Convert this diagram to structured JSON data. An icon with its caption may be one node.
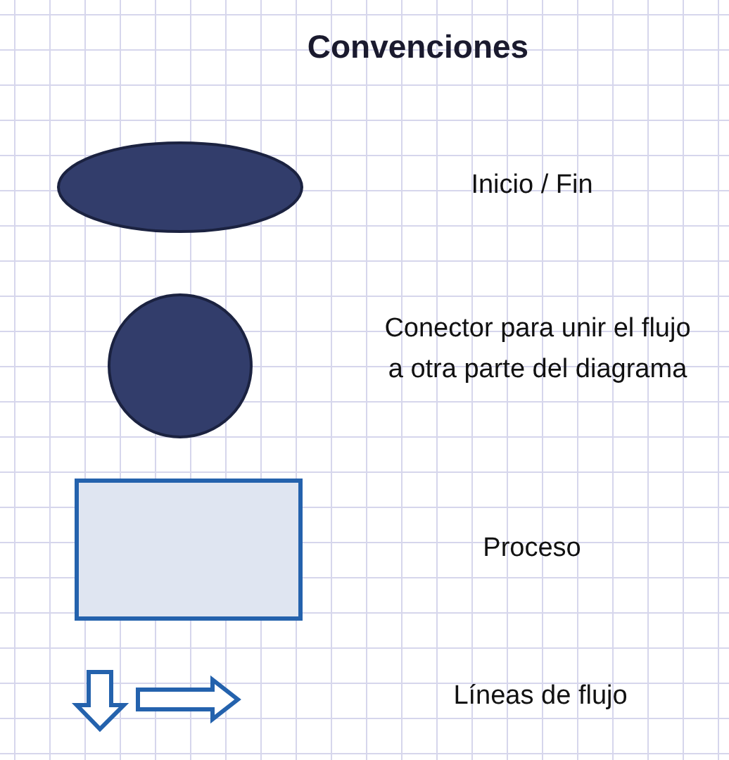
{
  "diagram": {
    "title": "Convenciones",
    "nodes": [
      {
        "text": [],
        "shape": "ellipse"
      },
      {
        "text": [],
        "shape": "circle"
      },
      {
        "text": [],
        "shape": "box"
      }
    ],
    "edges": [],
    "labels": [
      "Inicio / Fin",
      "Conector para unir el flujo a otra parte del diagrama",
      "Proceso",
      "Líneas de flujo"
    ]
  }
}
